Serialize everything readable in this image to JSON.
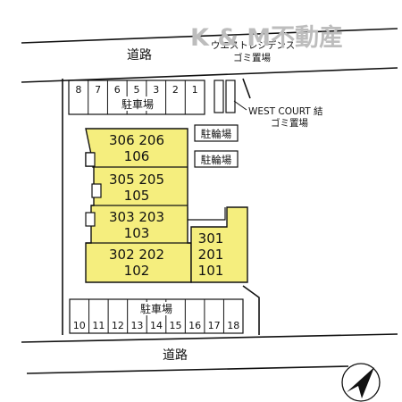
{
  "roads": {
    "top_label": "道路",
    "bottom_label": "道路"
  },
  "watermark": "K & M不動産",
  "garbage_westresidence": {
    "line1": "ウエストレジデンス",
    "line2": "ゴミ置場"
  },
  "garbage_westcourt": {
    "line1": "WEST COURT 結",
    "line2": "ゴミ置場"
  },
  "parking_top": {
    "label": "駐車場",
    "slots": [
      "8",
      "7",
      "6",
      "5",
      "3",
      "2",
      "1"
    ]
  },
  "parking_bottom": {
    "label": "駐車場",
    "slots": [
      "10",
      "11",
      "12",
      "13",
      "14",
      "15",
      "16",
      "17",
      "18"
    ]
  },
  "bike_parking": {
    "label1": "駐輪場",
    "label2": "駐輪場"
  },
  "buildings": {
    "main": {
      "row1": {
        "line1": "306 206",
        "line2": "106"
      },
      "row2": {
        "line1": "305 205",
        "line2": "105"
      },
      "row3": {
        "line1": "303 203",
        "line2": "103"
      },
      "row4": {
        "line1": "302 202",
        "line2": "102"
      }
    },
    "side": {
      "line1": "301",
      "line2": "201",
      "line3": "101"
    }
  },
  "colors": {
    "building_fill": "#f5ee7e",
    "line": "#111111",
    "watermark": "#bdbdbd"
  },
  "compass": {
    "icon": "north-arrow-icon"
  }
}
